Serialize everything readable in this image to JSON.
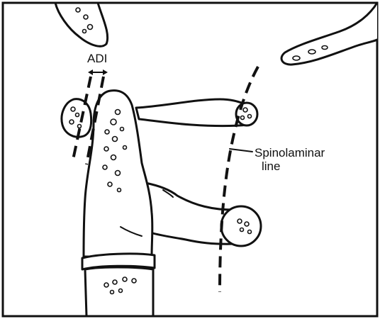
{
  "labels": {
    "adi": "ADI",
    "spinolaminar_line_1": "Spinolaminar",
    "spinolaminar_line_2": "line"
  }
}
